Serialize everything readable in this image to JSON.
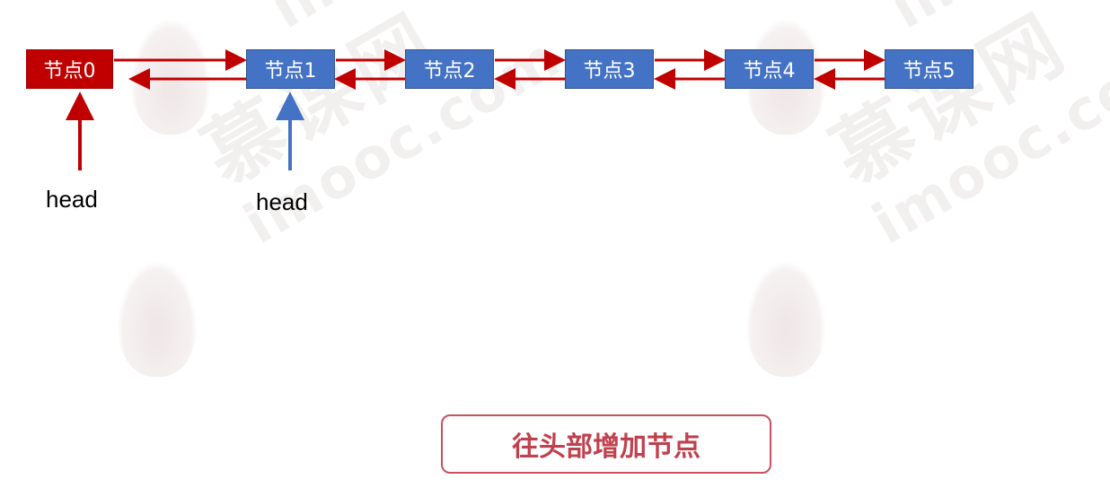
{
  "watermark": {
    "cn": "慕课网",
    "en": "imooc.com"
  },
  "nodes": [
    {
      "label": "节点0",
      "color": "#c00000"
    },
    {
      "label": "节点1",
      "color": "#4472c4"
    },
    {
      "label": "节点2",
      "color": "#4472c4"
    },
    {
      "label": "节点3",
      "color": "#4472c4"
    },
    {
      "label": "节点4",
      "color": "#4472c4"
    },
    {
      "label": "节点5",
      "color": "#4472c4"
    }
  ],
  "heads": [
    {
      "label": "head",
      "color": "#c00000"
    },
    {
      "label": "head",
      "color": "#4472c4"
    }
  ],
  "link_color": "#c00000",
  "action": {
    "label": "往头部增加节点",
    "color": "#c0404e"
  }
}
